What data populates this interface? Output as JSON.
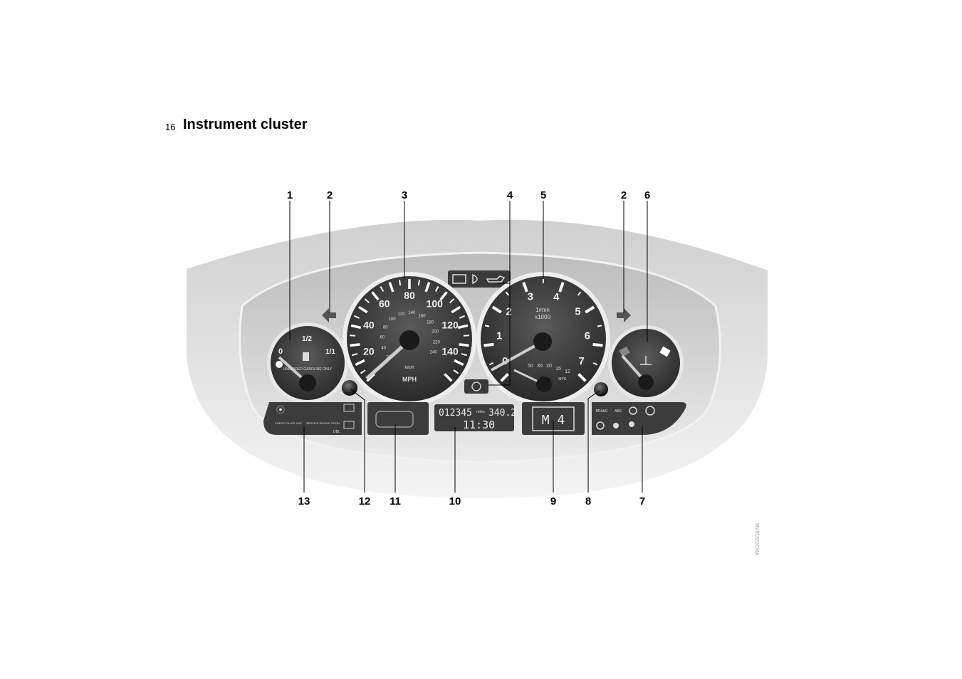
{
  "page": {
    "number": "16",
    "title": "Instrument cluster"
  },
  "callouts": {
    "top": [
      "1",
      "2",
      "3",
      "4",
      "5",
      "2",
      "6"
    ],
    "bottom": [
      "13",
      "12",
      "11",
      "10",
      "9",
      "8",
      "7"
    ]
  },
  "fuel_gauge": {
    "labels": [
      "0",
      "1/2",
      "1/1"
    ],
    "note": "UNLEADED GASOLINE ONLY",
    "icon": "fuel-pump-icon"
  },
  "speedometer": {
    "mph_labels": [
      "20",
      "40",
      "60",
      "80",
      "100",
      "120",
      "140"
    ],
    "kmh_labels": [
      "20",
      "40",
      "60",
      "80",
      "100",
      "120",
      "140",
      "160",
      "180",
      "200",
      "220",
      "240"
    ],
    "unit_small": "km/h",
    "unit": "MPH"
  },
  "tachometer": {
    "labels": [
      "0",
      "1",
      "2",
      "3",
      "4",
      "5",
      "6",
      "7"
    ],
    "unit_line1": "1/min",
    "unit_line2": "x1000",
    "economy_labels": [
      "50",
      "30",
      "20",
      "15",
      "12"
    ],
    "economy_unit": "MPG"
  },
  "temp_gauge": {
    "icon": "coolant-temperature-icon"
  },
  "warning_strip_top": {
    "icons": [
      "battery-icon",
      "high-beam-icon",
      "oil-pressure-icon"
    ]
  },
  "odometer_display": {
    "odometer": "012345",
    "unit": "miles",
    "trip": "340.2",
    "clock": "11:30"
  },
  "gear_display": {
    "text": "M 4"
  },
  "right_indicators": {
    "brake": "BRAKE",
    "abs": "ABS"
  },
  "left_indicators": {
    "check_filler_cap": "CHECK FILLER CAP",
    "service_engine_soon": "SERVICE ENGINE SOON",
    "dbl": "DBL"
  },
  "image_code": "MV01622CMA"
}
